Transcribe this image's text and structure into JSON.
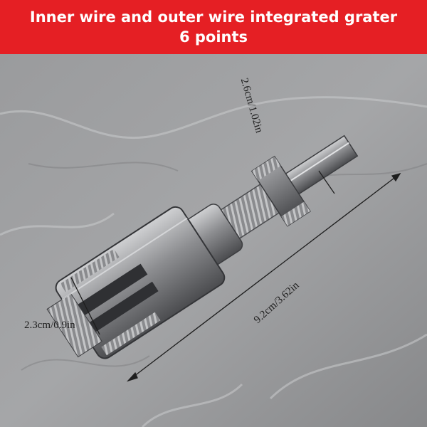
{
  "banner": {
    "title": "Inner wire and outer wire integrated grater 6 points",
    "background_color": "#e51f24",
    "text_color": "#ffffff"
  },
  "product_photo": {
    "subject": "hex-shank-inner-outer-thread-grater-bit-icon",
    "dimensions": {
      "shank_length": "2.6cm/1.02in",
      "total_length": "9.2cm/3.62in",
      "diameter": "2.3cm/0.9in"
    }
  }
}
